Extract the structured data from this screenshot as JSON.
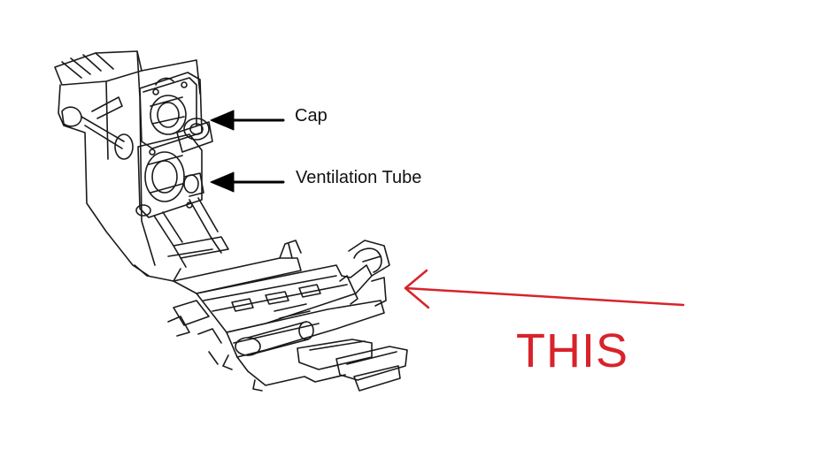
{
  "labels": {
    "cap": "Cap",
    "ventilation_tube": "Ventilation Tube",
    "callout": "THIS"
  },
  "colors": {
    "line_art": "#1a1a1a",
    "callout": "#d8232a",
    "background": "#ffffff"
  }
}
